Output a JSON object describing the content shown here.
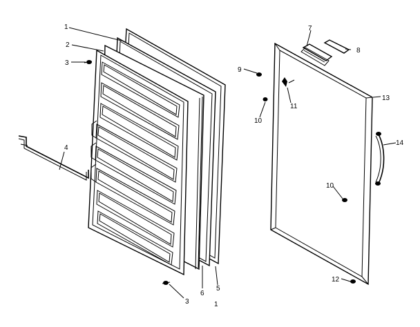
{
  "callouts": {
    "c1": "1",
    "c2": "2",
    "c3a": "3",
    "c4": "4",
    "c3b": "3",
    "c6": "6",
    "c1b": "1",
    "c5": "5",
    "c7": "7",
    "c8": "8",
    "c9": "9",
    "c11": "11",
    "c10a": "10",
    "c13": "13",
    "c14": "14",
    "c10b": "10",
    "c12": "12"
  }
}
